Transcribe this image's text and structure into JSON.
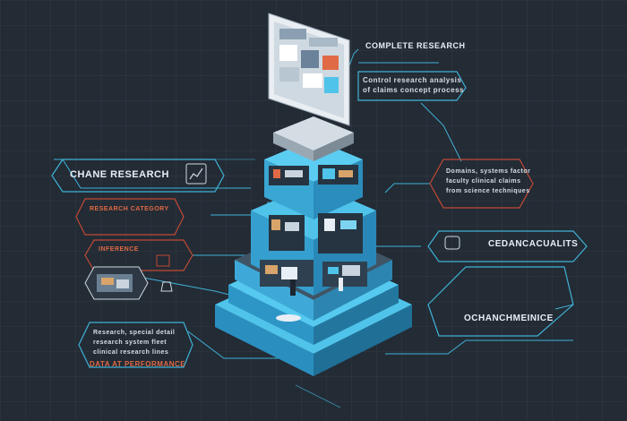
{
  "diagram": {
    "callouts": {
      "top_title": "COMPLETE RESEARCH",
      "top_text": "Control research analysis\nof claims concept process",
      "left_main": "CHANE RESEARCH",
      "left_red_1": "RESEARCH CATEGORY",
      "left_red_2": "INFERENCE",
      "bottom_left_text": "Research, special detail\nresearch system fleet\nclinical research lines",
      "bottom_left_red": "DATA AT PERFORMANCE",
      "right_top_text": "Domains, systems factor\nfaculty clinical claims\nfrom science techniques",
      "right_mid": "CEDANCACUALITS",
      "right_bottom": "OCHANCHMEINICE"
    },
    "colors": {
      "background": "#232b35",
      "line": "#3fb2d6",
      "accent_red": "#c24a34",
      "tower_top": "#4fc3ea",
      "tower_side": "#2a8fbf"
    }
  }
}
